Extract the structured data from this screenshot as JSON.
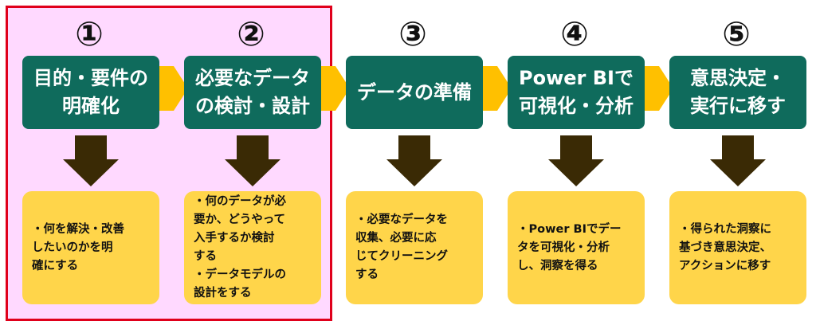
{
  "steps": [
    {
      "number": "①",
      "title": "目的・要件の\n明確化",
      "description": "・何を解決・改善\nしたいのかを明\n確にする"
    },
    {
      "number": "②",
      "title": "必要なデータ\nの検討・設計",
      "description": "・何のデータが必\n要か、どうやって\n入手するか検討\nする\n・データモデルの\n設計をする"
    },
    {
      "number": "③",
      "title": "データの準備",
      "description": "・必要なデータを\n収集、必要に応\nじてクリーニング\nする"
    },
    {
      "number": "④",
      "title": "Power BIで\n可視化・分析",
      "description": "・Power BIでデー\nタを可視化・分析\nし、洞察を得る"
    },
    {
      "number": "⑤",
      "title": "意思決定・\n実行に移す",
      "description": "・得られた洞察に\n基づき意思決定、\nアクションに移す"
    }
  ],
  "colors": {
    "step_box": "#0f6b5c",
    "description_box": "#ffd54a",
    "connector": "#ffc000",
    "down_arrow": "#3a2a05",
    "highlight_fill": "#ffd9ff",
    "highlight_border": "#e0001b"
  }
}
